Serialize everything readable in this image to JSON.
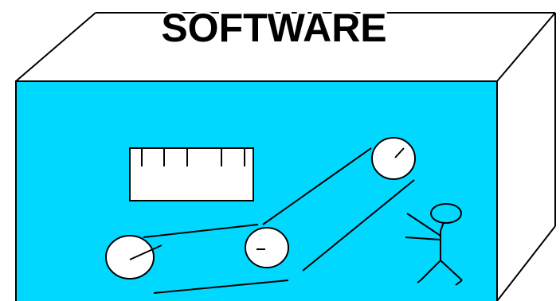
{
  "title": "SOFTWARE",
  "colors": {
    "front_face": "#00d8ff",
    "outline": "#000000",
    "background": "#ffffff",
    "dial_fill": "#ffffff"
  },
  "elements": {
    "box": "box-outline",
    "ruler": "ruler-gauge",
    "dials": [
      "left-dial",
      "center-dial",
      "top-right-dial"
    ],
    "belts": "belt-lines",
    "figure": "stick-figure-person"
  }
}
